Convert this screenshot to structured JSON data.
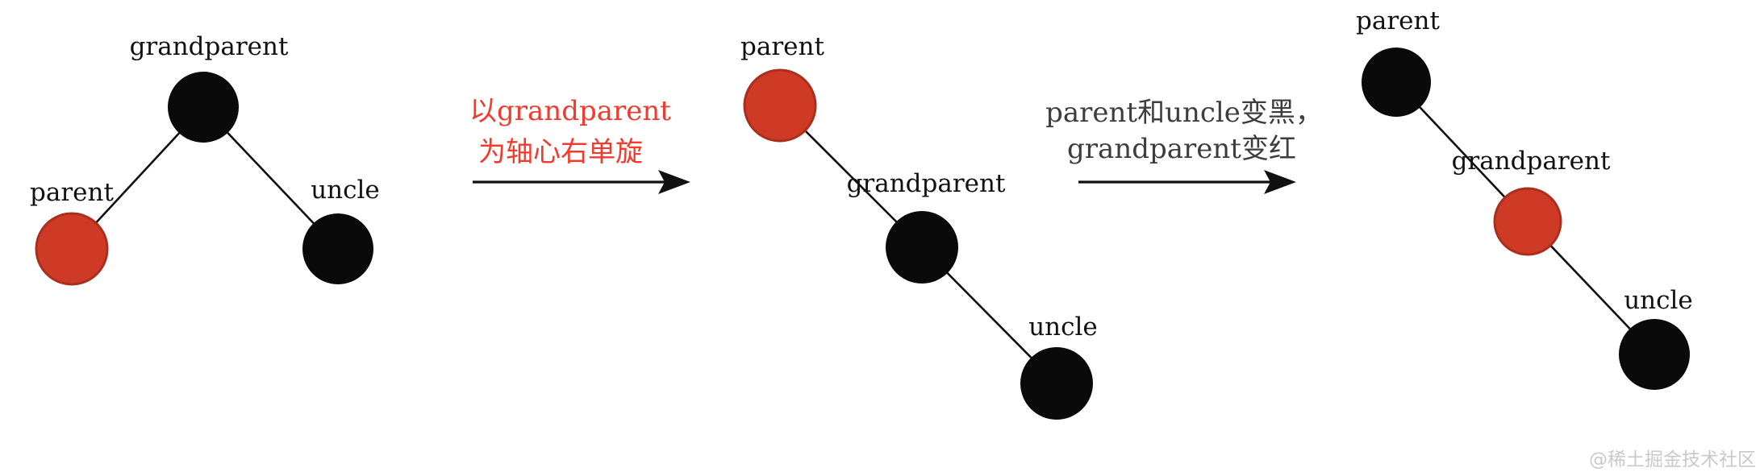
{
  "colors": {
    "background": "#ffffff",
    "black_node": "#0a0a0a",
    "red_node_fill": "#ce3a25",
    "red_node_stroke": "#aa2f1c",
    "edge": "#111111",
    "arrow": "#111111",
    "red_text": "#f23a2d",
    "dark_text": "#3d3d3d",
    "label_text": "#111111",
    "watermark": "#c9c9c9"
  },
  "trees": [
    {
      "grandparent": {
        "label": "grandparent",
        "color": "black"
      },
      "parent": {
        "label": "parent",
        "color": "red"
      },
      "uncle": {
        "label": "uncle",
        "color": "black"
      }
    },
    {
      "parent": {
        "label": "parent",
        "color": "red"
      },
      "grandparent": {
        "label": "grandparent",
        "color": "black"
      },
      "uncle": {
        "label": "uncle",
        "color": "black"
      }
    },
    {
      "parent": {
        "label": "parent",
        "color": "black"
      },
      "grandparent": {
        "label": "grandparent",
        "color": "red"
      },
      "uncle": {
        "label": "uncle",
        "color": "black"
      }
    }
  ],
  "arrows": [
    {
      "line1": "以grandparent",
      "line2": "为轴心右单旋"
    },
    {
      "line1": "parent和uncle变黑，",
      "line2": "grandparent变红"
    }
  ],
  "watermark": "@稀土掘金技术社区"
}
